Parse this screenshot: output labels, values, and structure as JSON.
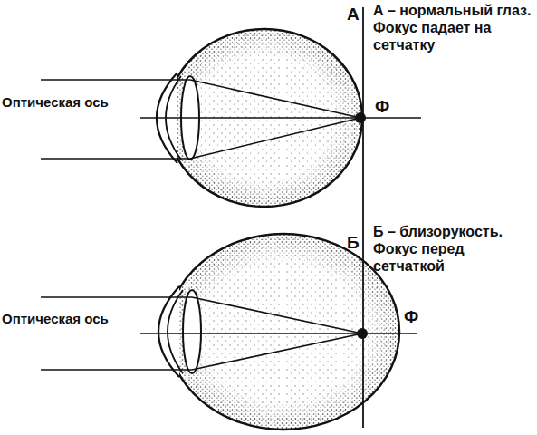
{
  "diagram": {
    "labels": [
      "А",
      "А – нормальный глаз. Фокус падает на сетчатку",
      "Оптическая ось",
      "Ф",
      "Б",
      "Б – близорукость. Фокус перед сетчаткой",
      "Оптическая ось",
      "Ф"
    ]
  }
}
